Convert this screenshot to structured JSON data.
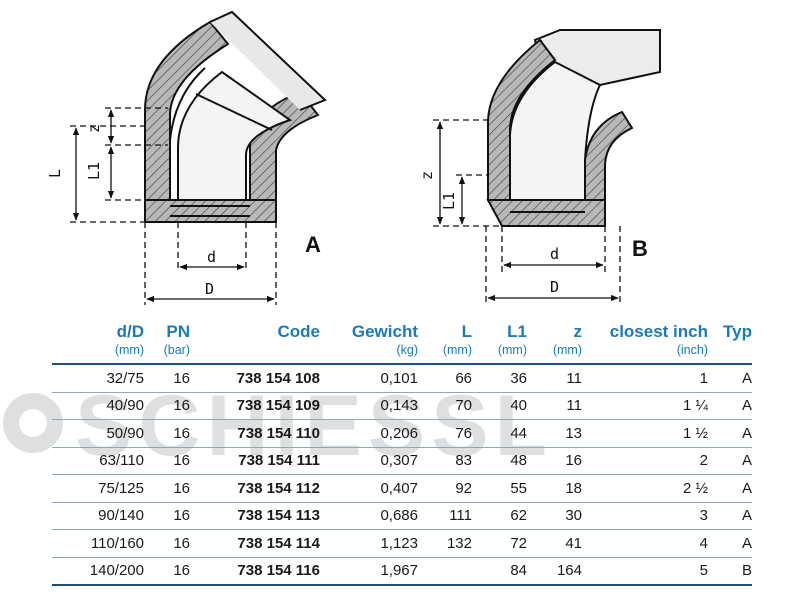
{
  "drawing_labels": {
    "fig_a": "A",
    "fig_b": "B",
    "L": "L",
    "L1": "L1",
    "z": "z",
    "d": "d",
    "D": "D"
  },
  "watermark": {
    "text": "SCHIESSL"
  },
  "table": {
    "headers": [
      {
        "label": "d/D",
        "unit": "(mm)"
      },
      {
        "label": "PN",
        "unit": "(bar)"
      },
      {
        "label": "Code",
        "unit": ""
      },
      {
        "label": "Gewicht",
        "unit": "(kg)"
      },
      {
        "label": "L",
        "unit": "(mm)"
      },
      {
        "label": "L1",
        "unit": "(mm)"
      },
      {
        "label": "z",
        "unit": "(mm)"
      },
      {
        "label": "closest inch",
        "unit": "(inch)"
      },
      {
        "label": "Typ",
        "unit": ""
      }
    ],
    "rows": [
      [
        "32/75",
        "16",
        "738 154 108",
        "0,101",
        "66",
        "36",
        "11",
        "1",
        "A"
      ],
      [
        "40/90",
        "16",
        "738 154 109",
        "0,143",
        "70",
        "40",
        "11",
        "1 ¼",
        "A"
      ],
      [
        "50/90",
        "16",
        "738 154 110",
        "0,206",
        "76",
        "44",
        "13",
        "1 ½",
        "A"
      ],
      [
        "63/110",
        "16",
        "738 154 111",
        "0,307",
        "83",
        "48",
        "16",
        "2",
        "A"
      ],
      [
        "75/125",
        "16",
        "738 154 112",
        "0,407",
        "92",
        "55",
        "18",
        "2 ½",
        "A"
      ],
      [
        "90/140",
        "16",
        "738 154 113",
        "0,686",
        "111",
        "62",
        "30",
        "3",
        "A"
      ],
      [
        "110/160",
        "16",
        "738 154 114",
        "1,123",
        "132",
        "72",
        "41",
        "4",
        "A"
      ],
      [
        "140/200",
        "16",
        "738 154 116",
        "1,967",
        "",
        "84",
        "164",
        "5",
        "B"
      ]
    ]
  }
}
